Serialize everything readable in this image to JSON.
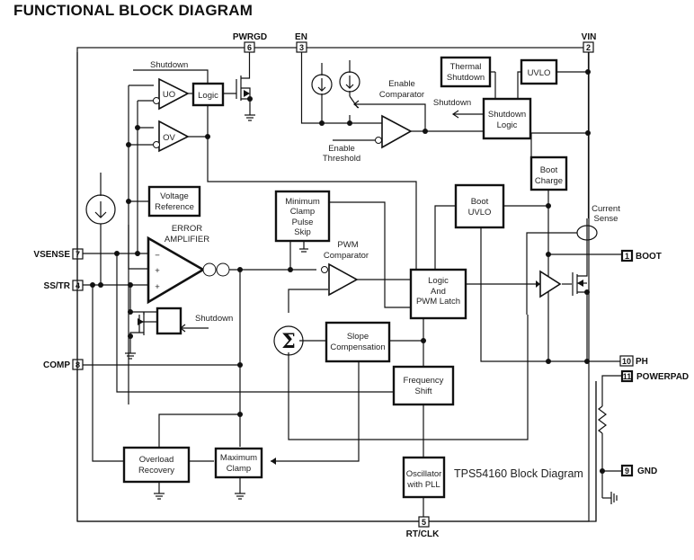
{
  "title": "FUNCTIONAL BLOCK DIAGRAM",
  "caption": "TPS54160 Block Diagram",
  "pins": {
    "pwrgd": {
      "name": "PWRGD",
      "number": "6"
    },
    "en": {
      "name": "EN",
      "number": "3"
    },
    "vin": {
      "name": "VIN",
      "number": "2"
    },
    "vsense": {
      "name": "VSENSE",
      "number": "7"
    },
    "sstr": {
      "name": "SS/TR",
      "number": "4"
    },
    "comp": {
      "name": "COMP",
      "number": "8"
    },
    "boot": {
      "name": "BOOT",
      "number": "1"
    },
    "ph": {
      "name": "PH",
      "number": "10"
    },
    "powerpad": {
      "name": "POWERPAD",
      "number": "11"
    },
    "gnd": {
      "name": "GND",
      "number": "9"
    },
    "rtclk": {
      "name": "RT/CLK",
      "number": "5"
    }
  },
  "blocks": {
    "logic_pg": "Logic",
    "uo": "UO",
    "ov": "OV",
    "voltage_reference": [
      "Voltage",
      "Reference"
    ],
    "thermal_shutdown": [
      "Thermal",
      "Shutdown"
    ],
    "uvlo": "UVLO",
    "shutdown_logic": [
      "Shutdown",
      "Logic"
    ],
    "boot_charge": [
      "Boot",
      "Charge"
    ],
    "boot_uvlo": [
      "Boot",
      "UVLO"
    ],
    "min_clamp": [
      "Minimum",
      "Clamp",
      "Pulse",
      "Skip"
    ],
    "logic_latch": [
      "Logic",
      "And",
      "PWM Latch"
    ],
    "slope_comp": [
      "Slope",
      "Compensation"
    ],
    "freq_shift": [
      "Frequency",
      "Shift"
    ],
    "overload_recovery": [
      "Overload",
      "Recovery"
    ],
    "max_clamp": [
      "Maximum",
      "Clamp"
    ],
    "oscillator": [
      "Oscillator",
      "with PLL"
    ],
    "summer": "Σ"
  },
  "labels": {
    "shutdown_top": "Shutdown",
    "enable_comparator": [
      "Enable",
      "Comparator"
    ],
    "shutdown_mid": "Shutdown",
    "enable_threshold": [
      "Enable",
      "Threshold"
    ],
    "error_amplifier": [
      "ERROR",
      "AMPLIFIER"
    ],
    "pwm_comparator": [
      "PWM",
      "Comparator"
    ],
    "current_sense": [
      "Current",
      "Sense"
    ],
    "shutdown_ss": "Shutdown",
    "minus": "−",
    "plus1": "+",
    "plus2": "+"
  }
}
